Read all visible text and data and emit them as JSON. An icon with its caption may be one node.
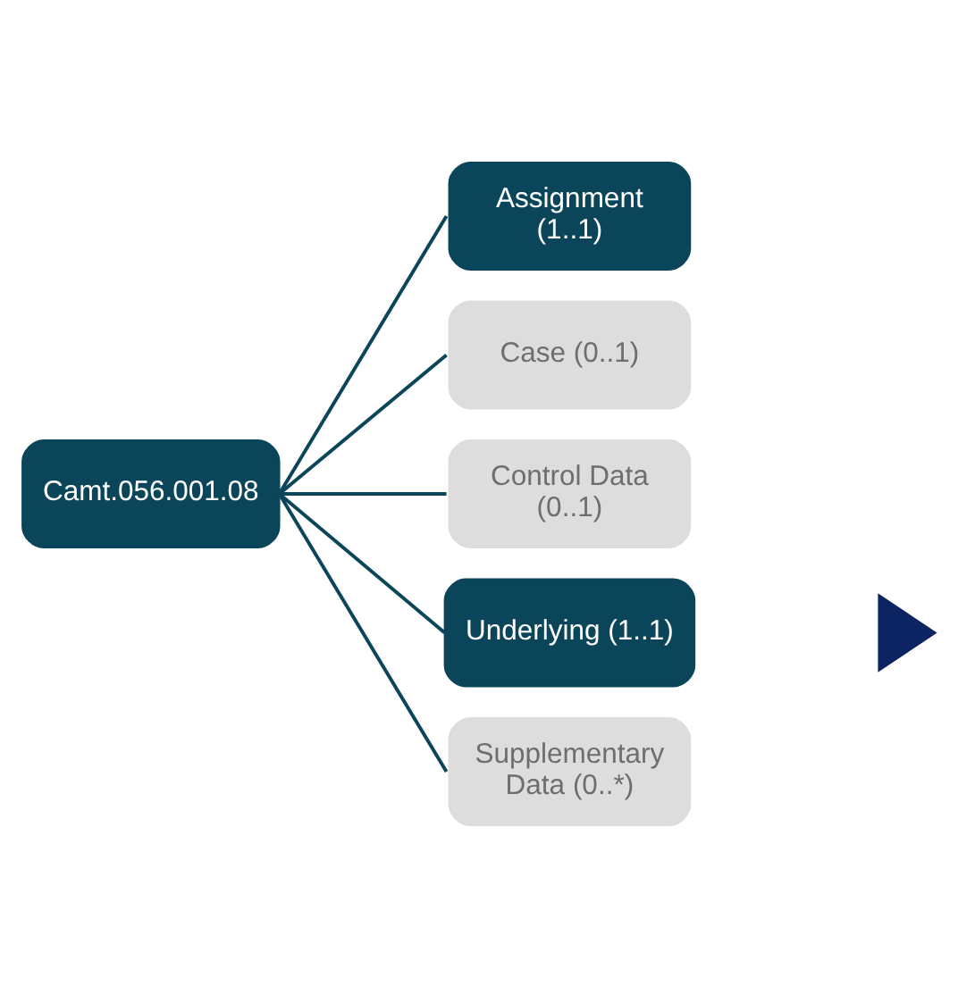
{
  "diagram": {
    "nodes": [
      {
        "text": [
          "Camt.056.001.08"
        ]
      },
      {
        "text": [
          "Assignment (1..1)"
        ]
      },
      {
        "text": [
          "Case (0..1)"
        ]
      },
      {
        "text": [
          "Control Data (0..1)"
        ]
      },
      {
        "text": [
          "Underlying (1..1)"
        ]
      },
      {
        "text": [
          "Supplementary Data (0..*)"
        ]
      },
      {
        "text": [],
        "shape": "triangle"
      }
    ],
    "edges": [
      {
        "from": 0,
        "to": 1,
        "arrow": "none"
      },
      {
        "from": 0,
        "to": 2,
        "arrow": "none"
      },
      {
        "from": 0,
        "to": 3,
        "arrow": "none"
      },
      {
        "from": 0,
        "to": 4,
        "arrow": "none"
      },
      {
        "from": 0,
        "to": 5,
        "arrow": "none"
      }
    ]
  }
}
